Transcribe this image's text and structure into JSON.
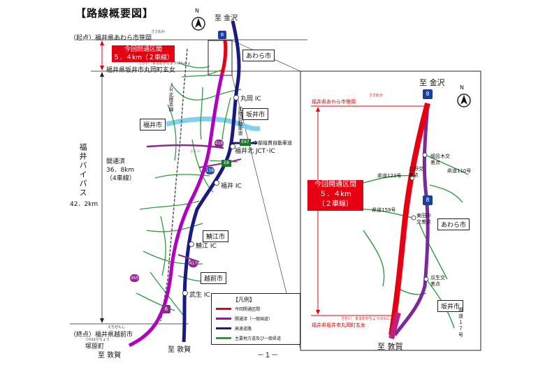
{
  "title": "【路線概要図】",
  "compass": "N",
  "start_point": {
    "prefix": "（起点）",
    "place": "福井県あわら市笹岡",
    "ruby": "ささおか"
  },
  "end_point": {
    "prefix": "（終点）",
    "place": "福井県越前市",
    "place2": "塚原町",
    "ruby1": "えちぜんし",
    "ruby2": "つかはらちょう"
  },
  "mid_point": {
    "place": "福井県坂井市丸岡町玄女",
    "ruby": "さかい　まるおかちょうげんにょ"
  },
  "new_section": {
    "line1": "今回開通区間",
    "line2": "５．４km（２車線）"
  },
  "bypass_name": "福井バイパス",
  "bypass_length": "42．2km",
  "open_section": {
    "line1": "開通済",
    "line2": "36．8km",
    "line3": "（4車線）"
  },
  "cities": [
    "あわら市",
    "坂井市",
    "福井市",
    "鯖江市",
    "越前市"
  ],
  "ic": [
    "丸岡 IC",
    "福井北 JCT･IC",
    "福井 IC",
    "鯖江 IC",
    "武生 IC"
  ],
  "expressway_labels": {
    "hokuriku": "北陸自動車道",
    "chubu": "中部縦貫自動車道",
    "e67": "E67",
    "e8": "E8",
    "jr": "ＪＲ北陸本線",
    "fukui_small": "ふくい"
  },
  "route_shields": {
    "r8": "8",
    "r416": "416",
    "r158": "158",
    "r417": "417",
    "r365": "365",
    "r6": "6"
  },
  "directions": {
    "north": "至 金沢",
    "south": "至 敦賀"
  },
  "legend": {
    "header": "【凡例】",
    "items": [
      {
        "label": "今回開通区間",
        "color": "#e60012"
      },
      {
        "label": "開通済（一般国道）",
        "color": "#b000c0"
      },
      {
        "label": "高速道路",
        "color": "#1a1a80"
      },
      {
        "label": "主要地方道及び一般県道",
        "color": "#2a9d3a"
      }
    ]
  },
  "inset": {
    "north": "至 金沢",
    "south": "至 敦賀",
    "top_place": "福井県あわら市笹岡",
    "top_ruby": "ささおか",
    "bottom_place": "福井県坂井市丸岡町玄女",
    "bottom_ruby": "さかい　まるおかちょうげんにょ",
    "new_section": {
      "line1": "今回開通区間",
      "line2": "５．４km",
      "line3": "（２車線）"
    },
    "cities": [
      "あわら市",
      "坂井市"
    ],
    "roads": [
      "県道123号",
      "県道110号",
      "県道159号",
      "県道１７号"
    ],
    "intersections": [
      "北野交差点",
      "細呂木交差点",
      "東田中交差点",
      "瓜生交差点"
    ],
    "shield": "8",
    "compass": "N"
  },
  "page_number": "－１－"
}
